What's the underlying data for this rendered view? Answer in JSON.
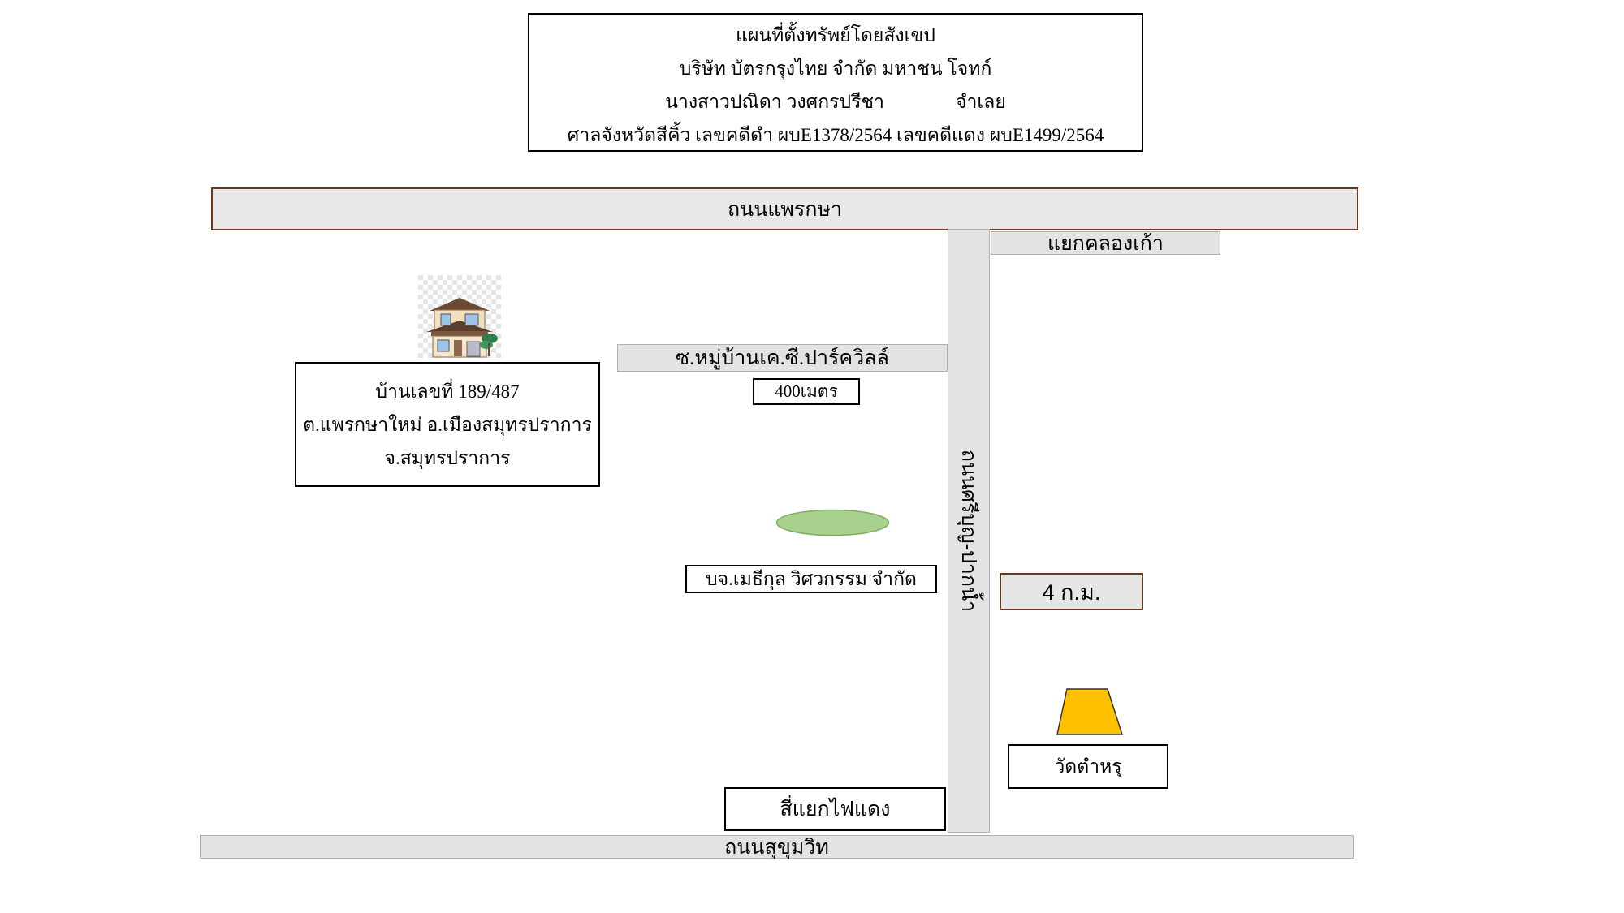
{
  "title_box": {
    "line1": "แผนที่ตั้งทรัพย์โดยสังเขป",
    "line2": "บริษัท  บัตรกรุงไทย จำกัด มหาชน   โจทก์",
    "line3_left": "นางสาวปณิดา  วงศกรปรีชา",
    "line3_right": "จำเลย",
    "line4": "ศาลจังหวัดสีคิ้ว เลขคดีดำ ผบE1378/2564 เลขคดีแดง ผบE1499/2564"
  },
  "roads": {
    "praeksa": "ถนนแพรกษา",
    "sukhumvit": "ถนนสุขุมวิท",
    "vertical": "ถนนศรีบุญ-ปากน้ำ",
    "khlongkao_junction": "แยกคลองเก้า",
    "soi": "ซ.หมู่บ้านเค.ซี.ปาร์ควิลล์"
  },
  "distances": {
    "soi_distance": "400เมตร",
    "road_distance": "4 ก.ม."
  },
  "property": {
    "line1": "บ้านเลขที่ 189/487",
    "line2": "ต.แพรกษาใหม่ อ.เมืองสมุทรปราการ",
    "line3": "จ.สมุทรปราการ",
    "icon": "house-icon"
  },
  "landmarks": {
    "company": "บจ.เมธีกุล วิศวกรรม จำกัด",
    "temple": "วัดตำหรุ",
    "traffic_light": "สี่แยกไฟแดง"
  },
  "colors": {
    "road_fill": "#e3e3e3",
    "road_border_brown": "#6b3a1e",
    "landmark_green": "#a9d18e",
    "temple_yellow": "#ffc000"
  }
}
